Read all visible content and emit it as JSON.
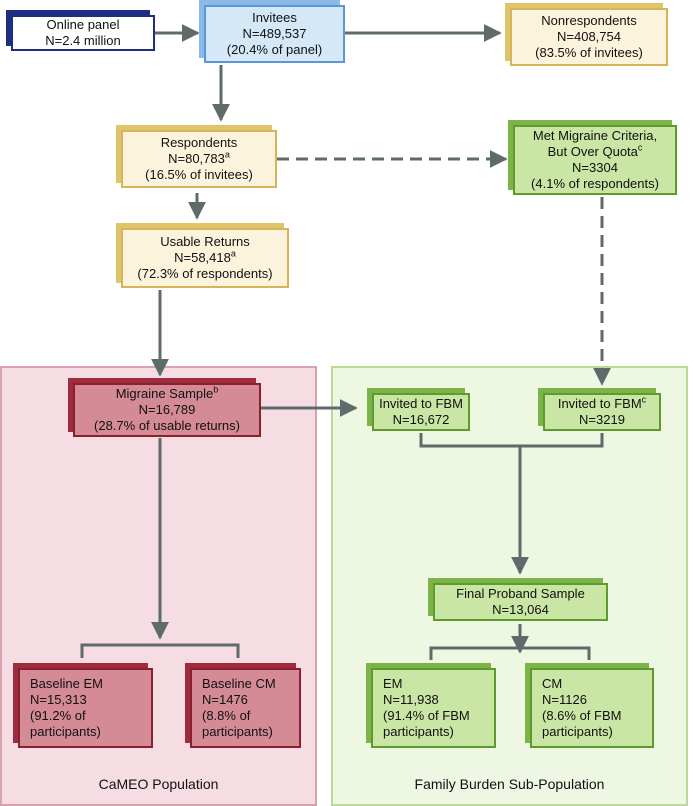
{
  "boxes": {
    "online_panel": {
      "lines": [
        "Online panel",
        "N=2.4 million"
      ]
    },
    "invitees": {
      "lines": [
        "Invitees",
        "N=489,537",
        "(20.4% of panel)"
      ]
    },
    "nonrespondents": {
      "lines": [
        "Nonrespondents",
        "N=408,754",
        "(83.5% of invitees)"
      ]
    },
    "respondents": {
      "line1": "Respondents",
      "line2": "N=80,783",
      "line2_sup": "a",
      "line3": "(16.5% of invitees)"
    },
    "met_migraine": {
      "line1": "Met Migraine Criteria,",
      "line2": "But Over Quota",
      "line2_sup": "c",
      "line3": "N=3304",
      "line4": "(4.1% of respondents)"
    },
    "usable_returns": {
      "line1": "Usable Returns",
      "line2": "N=58,418",
      "line2_sup": "a",
      "line3": "(72.3% of respondents)"
    },
    "migraine_sample": {
      "line1": "Migraine Sample",
      "line1_sup": "b",
      "line2": "N=16,789",
      "line3": "(28.7% of usable returns)"
    },
    "invited_fbm_1": {
      "lines": [
        "Invited to FBM",
        "N=16,672"
      ]
    },
    "invited_fbm_2": {
      "line1": "Invited to FBM",
      "line1_sup": "c",
      "line2": "N=3219"
    },
    "final_proband": {
      "lines": [
        "Final Proband Sample",
        "N=13,064"
      ]
    },
    "baseline_em": {
      "lines": [
        "Baseline EM",
        "N=15,313",
        "(91.2% of",
        "participants)"
      ]
    },
    "baseline_cm": {
      "lines": [
        "Baseline CM",
        "N=1476",
        "(8.8% of",
        "participants)"
      ]
    },
    "em": {
      "lines": [
        "EM",
        "N=11,938",
        "(91.4% of FBM",
        "participants)"
      ]
    },
    "cm": {
      "lines": [
        "CM",
        "N=1126",
        "(8.6% of FBM",
        "participants)"
      ]
    }
  },
  "regions": {
    "cameo_label": "CaMEO Population",
    "family_label": "Family Burden Sub-Population"
  },
  "colors": {
    "arrow": "#5f6b6b",
    "navy": "#1f2f80",
    "blue": "#5b97d8",
    "gold": "#d6b458",
    "green": "#5e9b2c",
    "crimson": "#8a1f2e"
  }
}
